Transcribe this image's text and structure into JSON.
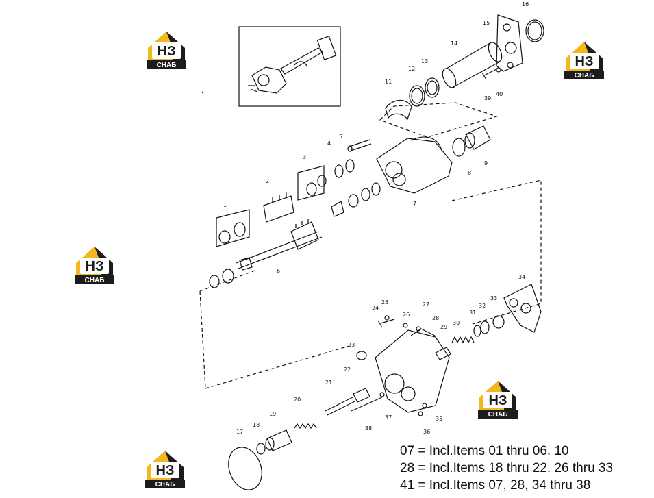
{
  "logo": {
    "letters": "НЗ",
    "caption": "СНАБ",
    "accent": "#f2b81e",
    "dark": "#1c1c1c"
  },
  "callouts": [
    "1",
    "2",
    "3",
    "4",
    "5",
    "6",
    "7",
    "8",
    "9",
    "11",
    "12",
    "13",
    "14",
    "15",
    "16",
    "17",
    "18",
    "19",
    "20",
    "21",
    "22",
    "23",
    "24",
    "25",
    "26",
    "27",
    "28",
    "29",
    "30",
    "31",
    "32",
    "33",
    "34",
    "35",
    "36",
    "37",
    "38",
    "39",
    "40"
  ],
  "notes": [
    "07 = Incl.Items 01 thru 06. 10",
    "28 = Incl.Items 18 thru 22. 26 thru 33",
    "41 = Incl.Items 07, 28, 34 thru 38"
  ]
}
